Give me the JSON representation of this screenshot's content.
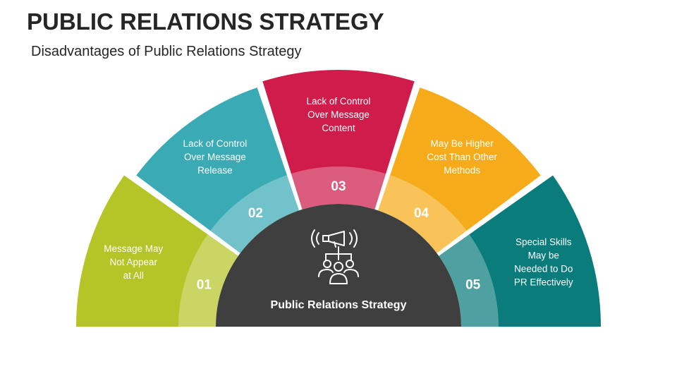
{
  "header": {
    "title": "PUBLIC RELATIONS STRATEGY",
    "subtitle": "Disadvantages of Public Relations Strategy"
  },
  "center": {
    "label": "Public Relations Strategy",
    "icon": "megaphone-people-icon",
    "color": "#3f3f3f"
  },
  "segments": [
    {
      "number": "01",
      "lines": [
        "Message May",
        "Not Appear",
        "at All"
      ],
      "color": "#b5c427"
    },
    {
      "number": "02",
      "lines": [
        "Lack of Control",
        "Over Message",
        "Release"
      ],
      "color": "#3aaab5"
    },
    {
      "number": "03",
      "lines": [
        "Lack of Control",
        "Over Message",
        "Content"
      ],
      "color": "#cf1c4a"
    },
    {
      "number": "04",
      "lines": [
        "May Be Higher",
        "Cost Than Other",
        "Methods"
      ],
      "color": "#f6ac1a"
    },
    {
      "number": "05",
      "lines": [
        "Special Skills",
        "May be",
        "Needed to Do",
        "PR Effectively"
      ],
      "color": "#0a7c7c"
    }
  ]
}
